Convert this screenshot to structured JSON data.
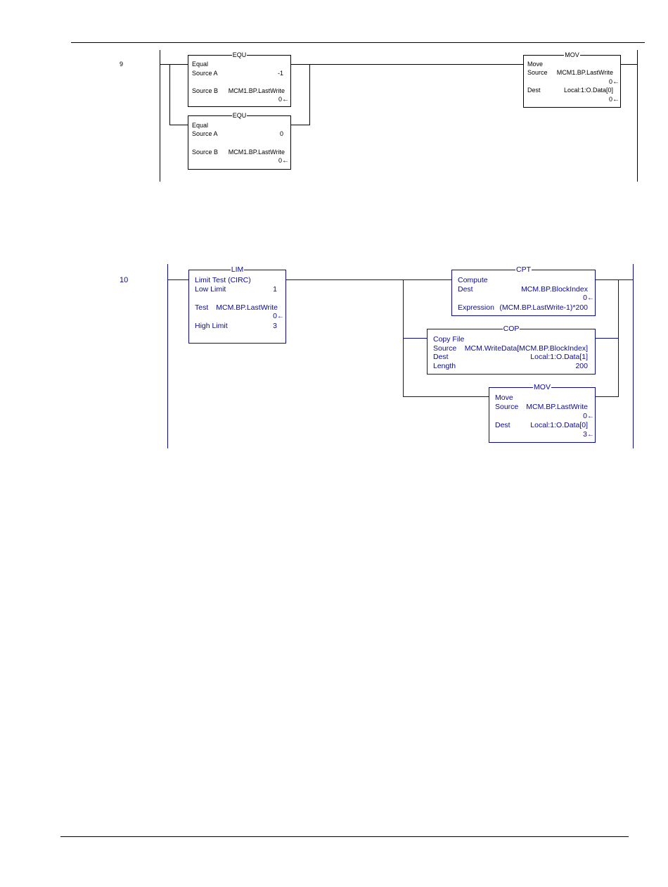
{
  "rungs": [
    {
      "number": "9",
      "equ1": {
        "mnemonic": "EQU",
        "name": "Equal",
        "source_a_label": "Source A",
        "source_a_value": "-1",
        "source_b_label": "Source B",
        "source_b_tag": "MCM1.BP.LastWrite",
        "source_b_value": "0"
      },
      "equ2": {
        "mnemonic": "EQU",
        "name": "Equal",
        "source_a_label": "Source A",
        "source_a_value": "0",
        "source_b_label": "Source B",
        "source_b_tag": "MCM1.BP.LastWrite",
        "source_b_value": "0"
      },
      "mov": {
        "mnemonic": "MOV",
        "name": "Move",
        "source_label": "Source",
        "source_tag": "MCM1.BP.LastWrite",
        "source_value": "0",
        "dest_label": "Dest",
        "dest_tag": "Local:1:O.Data[0]",
        "dest_value": "0"
      }
    },
    {
      "number": "10",
      "lim": {
        "mnemonic": "LIM",
        "name": "Limit Test (CIRC)",
        "low_label": "Low Limit",
        "low_value": "1",
        "test_label": "Test",
        "test_tag": "MCM.BP.LastWrite",
        "test_value": "0",
        "high_label": "High Limit",
        "high_value": "3"
      },
      "cpt": {
        "mnemonic": "CPT",
        "name": "Compute",
        "dest_label": "Dest",
        "dest_tag": "MCM.BP.BlockIndex",
        "dest_value": "0",
        "expr_label": "Expression",
        "expr_value": "(MCM.BP.LastWrite-1)*200"
      },
      "cop": {
        "mnemonic": "COP",
        "name": "Copy File",
        "source_label": "Source",
        "source_tag": "MCM.WriteData[MCM.BP.BlockIndex]",
        "dest_label": "Dest",
        "dest_tag": "Local:1:O.Data[1]",
        "length_label": "Length",
        "length_value": "200"
      },
      "mov": {
        "mnemonic": "MOV",
        "name": "Move",
        "source_label": "Source",
        "source_tag": "MCM.BP.LastWrite",
        "source_value": "0",
        "dest_label": "Dest",
        "dest_tag": "Local:1:O.Data[0]",
        "dest_value": "3"
      }
    }
  ],
  "arrow_glyph": "←",
  "colors": {
    "rung9": "#000000",
    "rung10": "#0a0a96"
  }
}
